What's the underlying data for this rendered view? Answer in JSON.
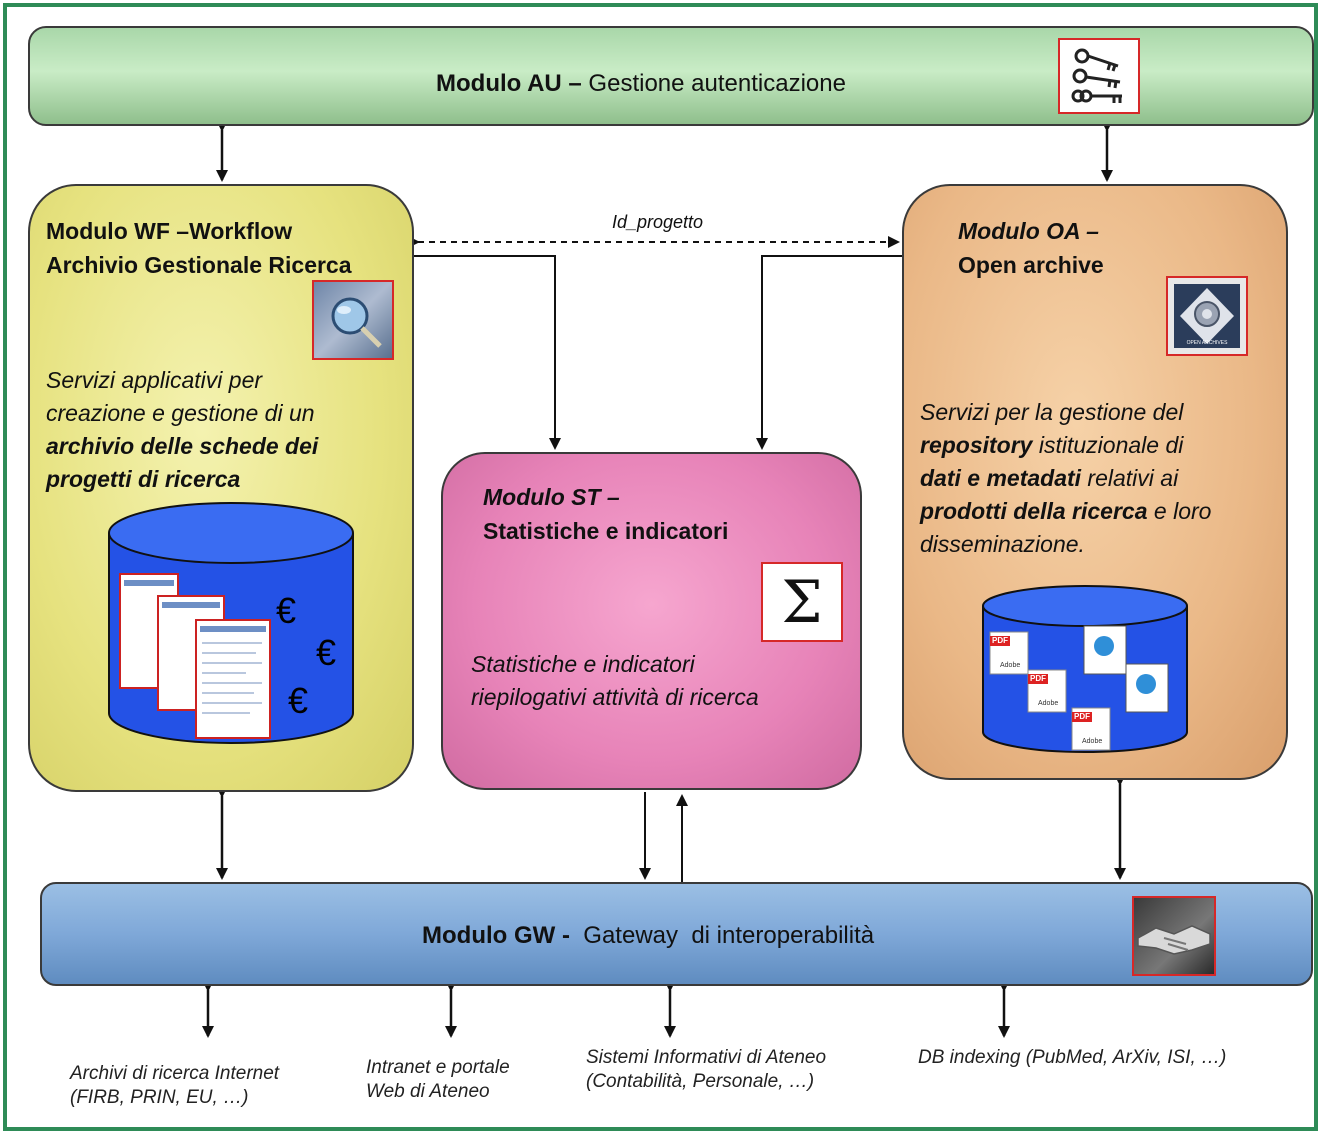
{
  "au": {
    "title_bold": "Modulo AU –",
    "title_rest": " Gestione autenticazione",
    "icon": "keys-icon"
  },
  "wf": {
    "title_line1": "Modulo WF –Workflow",
    "title_line2": "Archivio Gestionale Ricerca",
    "desc_line1": "Servizi applicativi per",
    "desc_line2": "creazione e gestione di un",
    "desc_line3": "archivio delle schede dei",
    "desc_line4": "progetti di ricerca",
    "euro": "€",
    "icon": "magnifier-icon"
  },
  "st": {
    "title_line1": "Modulo ST –",
    "title_line2": "Statistiche e indicatori",
    "sigma": "Σ",
    "desc_line1": "Statistiche e indicatori",
    "desc_line2": "riepilogativi attività di ricerca"
  },
  "oa": {
    "title_line1": "Modulo OA –",
    "title_line2": "Open archive",
    "desc_line1": "Servizi per la gestione del",
    "desc_line2_b": "repository",
    "desc_line2_r": " istituzionale di",
    "desc_line3_b": "dati e metadati",
    "desc_line3_r": " relativi ai",
    "desc_line4_b": "prodotti della ricerca",
    "desc_line4_r": " e loro",
    "desc_line5": "disseminazione.",
    "pdf": "PDF",
    "adobe": "Adobe",
    "icon_caption": "OPEN ARCHIVES"
  },
  "gw": {
    "title_bold": "Modulo GW -",
    "title_rest": "  Gateway  di interoperabilità",
    "icon": "handshake-icon"
  },
  "link_label": "Id_progetto",
  "footer": {
    "f1_line1": "Archivi di ricerca Internet",
    "f1_line2": "(FIRB, PRIN, EU, …)",
    "f2_line1": "Intranet e portale",
    "f2_line2": "Web di Ateneo",
    "f3_line1": "Sistemi Informativi di Ateneo",
    "f3_line2": "(Contabilità, Personale, …)",
    "f4_line1": "DB indexing (PubMed, ArXiv, ISI, …)"
  }
}
